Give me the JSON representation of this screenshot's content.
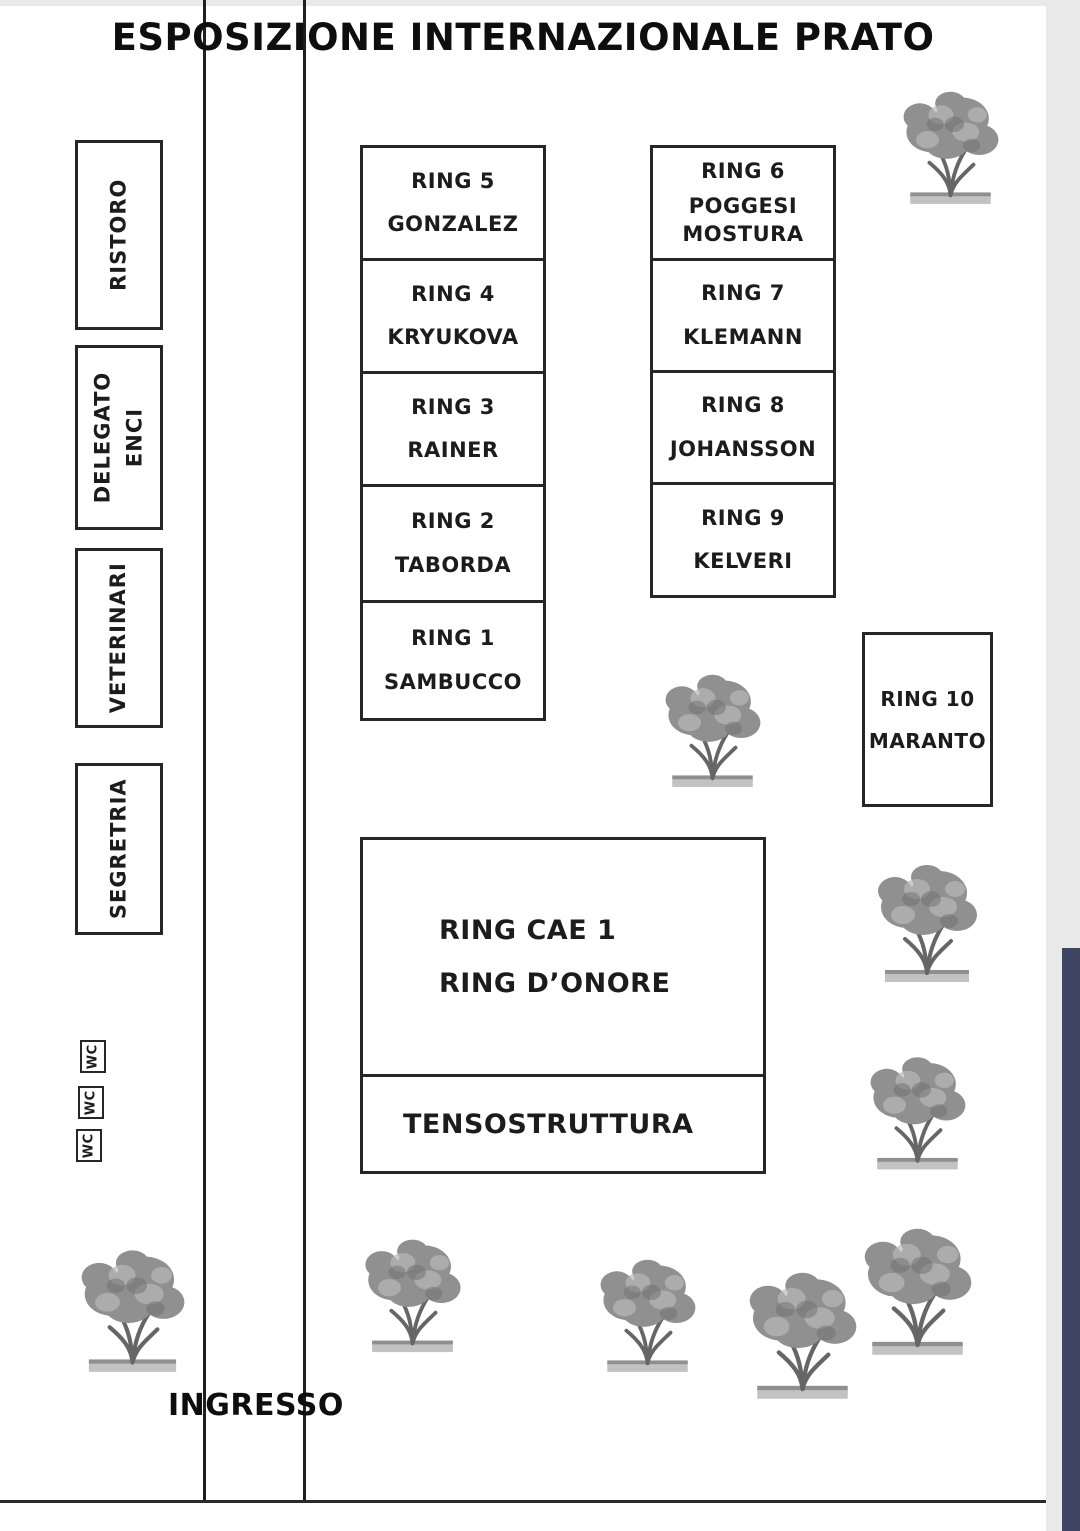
{
  "title": "ESPOSIZIONE INTERNAZIONALE PRATO",
  "facilities": {
    "ristoro": "RISTORO",
    "delegato_line1": "DELEGATO",
    "delegato_line2": "ENCI",
    "veterinari": "VETERINARI",
    "segretria": "SEGRETRIA",
    "wc": "WC"
  },
  "rings_left": [
    {
      "ring": "RING 5",
      "judge": "GONZALEZ"
    },
    {
      "ring": "RING 4",
      "judge": "KRYUKOVA"
    },
    {
      "ring": "RING 3",
      "judge": "RAINER"
    },
    {
      "ring": "RING 2",
      "judge": "TABORDA"
    },
    {
      "ring": "RING 1",
      "judge": "SAMBUCCO"
    }
  ],
  "rings_right": [
    {
      "ring": "RING 6",
      "judge": "POGGESI MOSTURA"
    },
    {
      "ring": "RING 7",
      "judge": "KLEMANN"
    },
    {
      "ring": "RING 8",
      "judge": "JOHANSSON"
    },
    {
      "ring": "RING 9",
      "judge": "KELVERI"
    }
  ],
  "ring10": {
    "ring": "RING 10",
    "judge": "MARANTO"
  },
  "main_ring": {
    "line1": "RING CAE 1",
    "line2": "RING D’ONORE"
  },
  "structure": "TENSOSTRUTTURA",
  "entrance": "INGRESSO",
  "colors": {
    "scrollbar": "#3e4563",
    "box_border": "#262626",
    "road_line": "#1f1f1f",
    "text": "#1c1c1c"
  }
}
